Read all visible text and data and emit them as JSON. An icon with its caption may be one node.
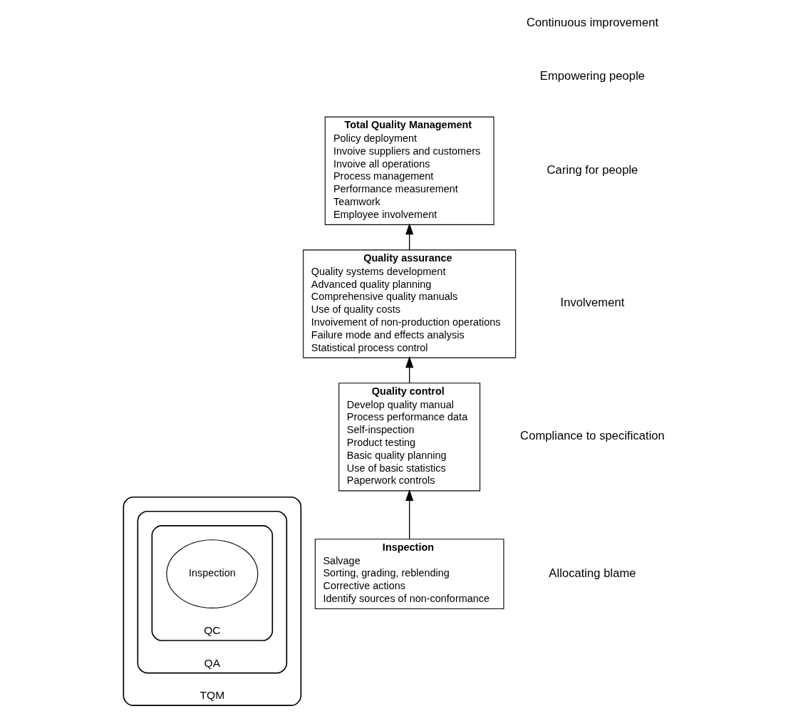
{
  "diagram": {
    "nodes": [
      {
        "text": [
          "TQM"
        ]
      },
      {
        "text": [
          "QA"
        ],
        "in": 0
      },
      {
        "text": [
          "QC"
        ],
        "in": 1
      },
      {
        "text": [
          "Inspection"
        ],
        "in": 2
      },
      {
        "text": [
          "Total Quality Management",
          "Policy deployment",
          "Invoive suppliers and customers",
          "Invoive all operations",
          "Process management",
          "Performance measurement",
          "Teamwork",
          "Employee involvement"
        ]
      },
      {
        "text": [
          "Quality assurance",
          "Quality systems development",
          "Advanced quality planning",
          "Comprehensive quality manuals",
          "Use of quality costs",
          "Invoivement of non-production operations",
          "Failure mode and effects analysis",
          "Statistical process control"
        ]
      },
      {
        "text": [
          "Quality control",
          "Develop quality manual",
          "Process performance data",
          "Self-inspection",
          "Product testing",
          "Basic quality planning",
          "Use of basic statistics",
          "Paperwork controls"
        ]
      },
      {
        "text": [
          "Inspection",
          "Salvage",
          "Sorting, grading, reblending",
          "Corrective actions",
          "Identify sources of non-conformance"
        ]
      }
    ],
    "edges": [
      {
        "from": 7,
        "to": 6,
        "arrow": "to"
      },
      {
        "from": 6,
        "to": 5,
        "arrow": "to"
      },
      {
        "from": 5,
        "to": 4,
        "arrow": "to"
      }
    ],
    "labels": [
      "Continuous improvement",
      "Empowering people",
      "Caring for people",
      "Involvement",
      "Compliance to specification",
      "Allocating blame"
    ]
  }
}
